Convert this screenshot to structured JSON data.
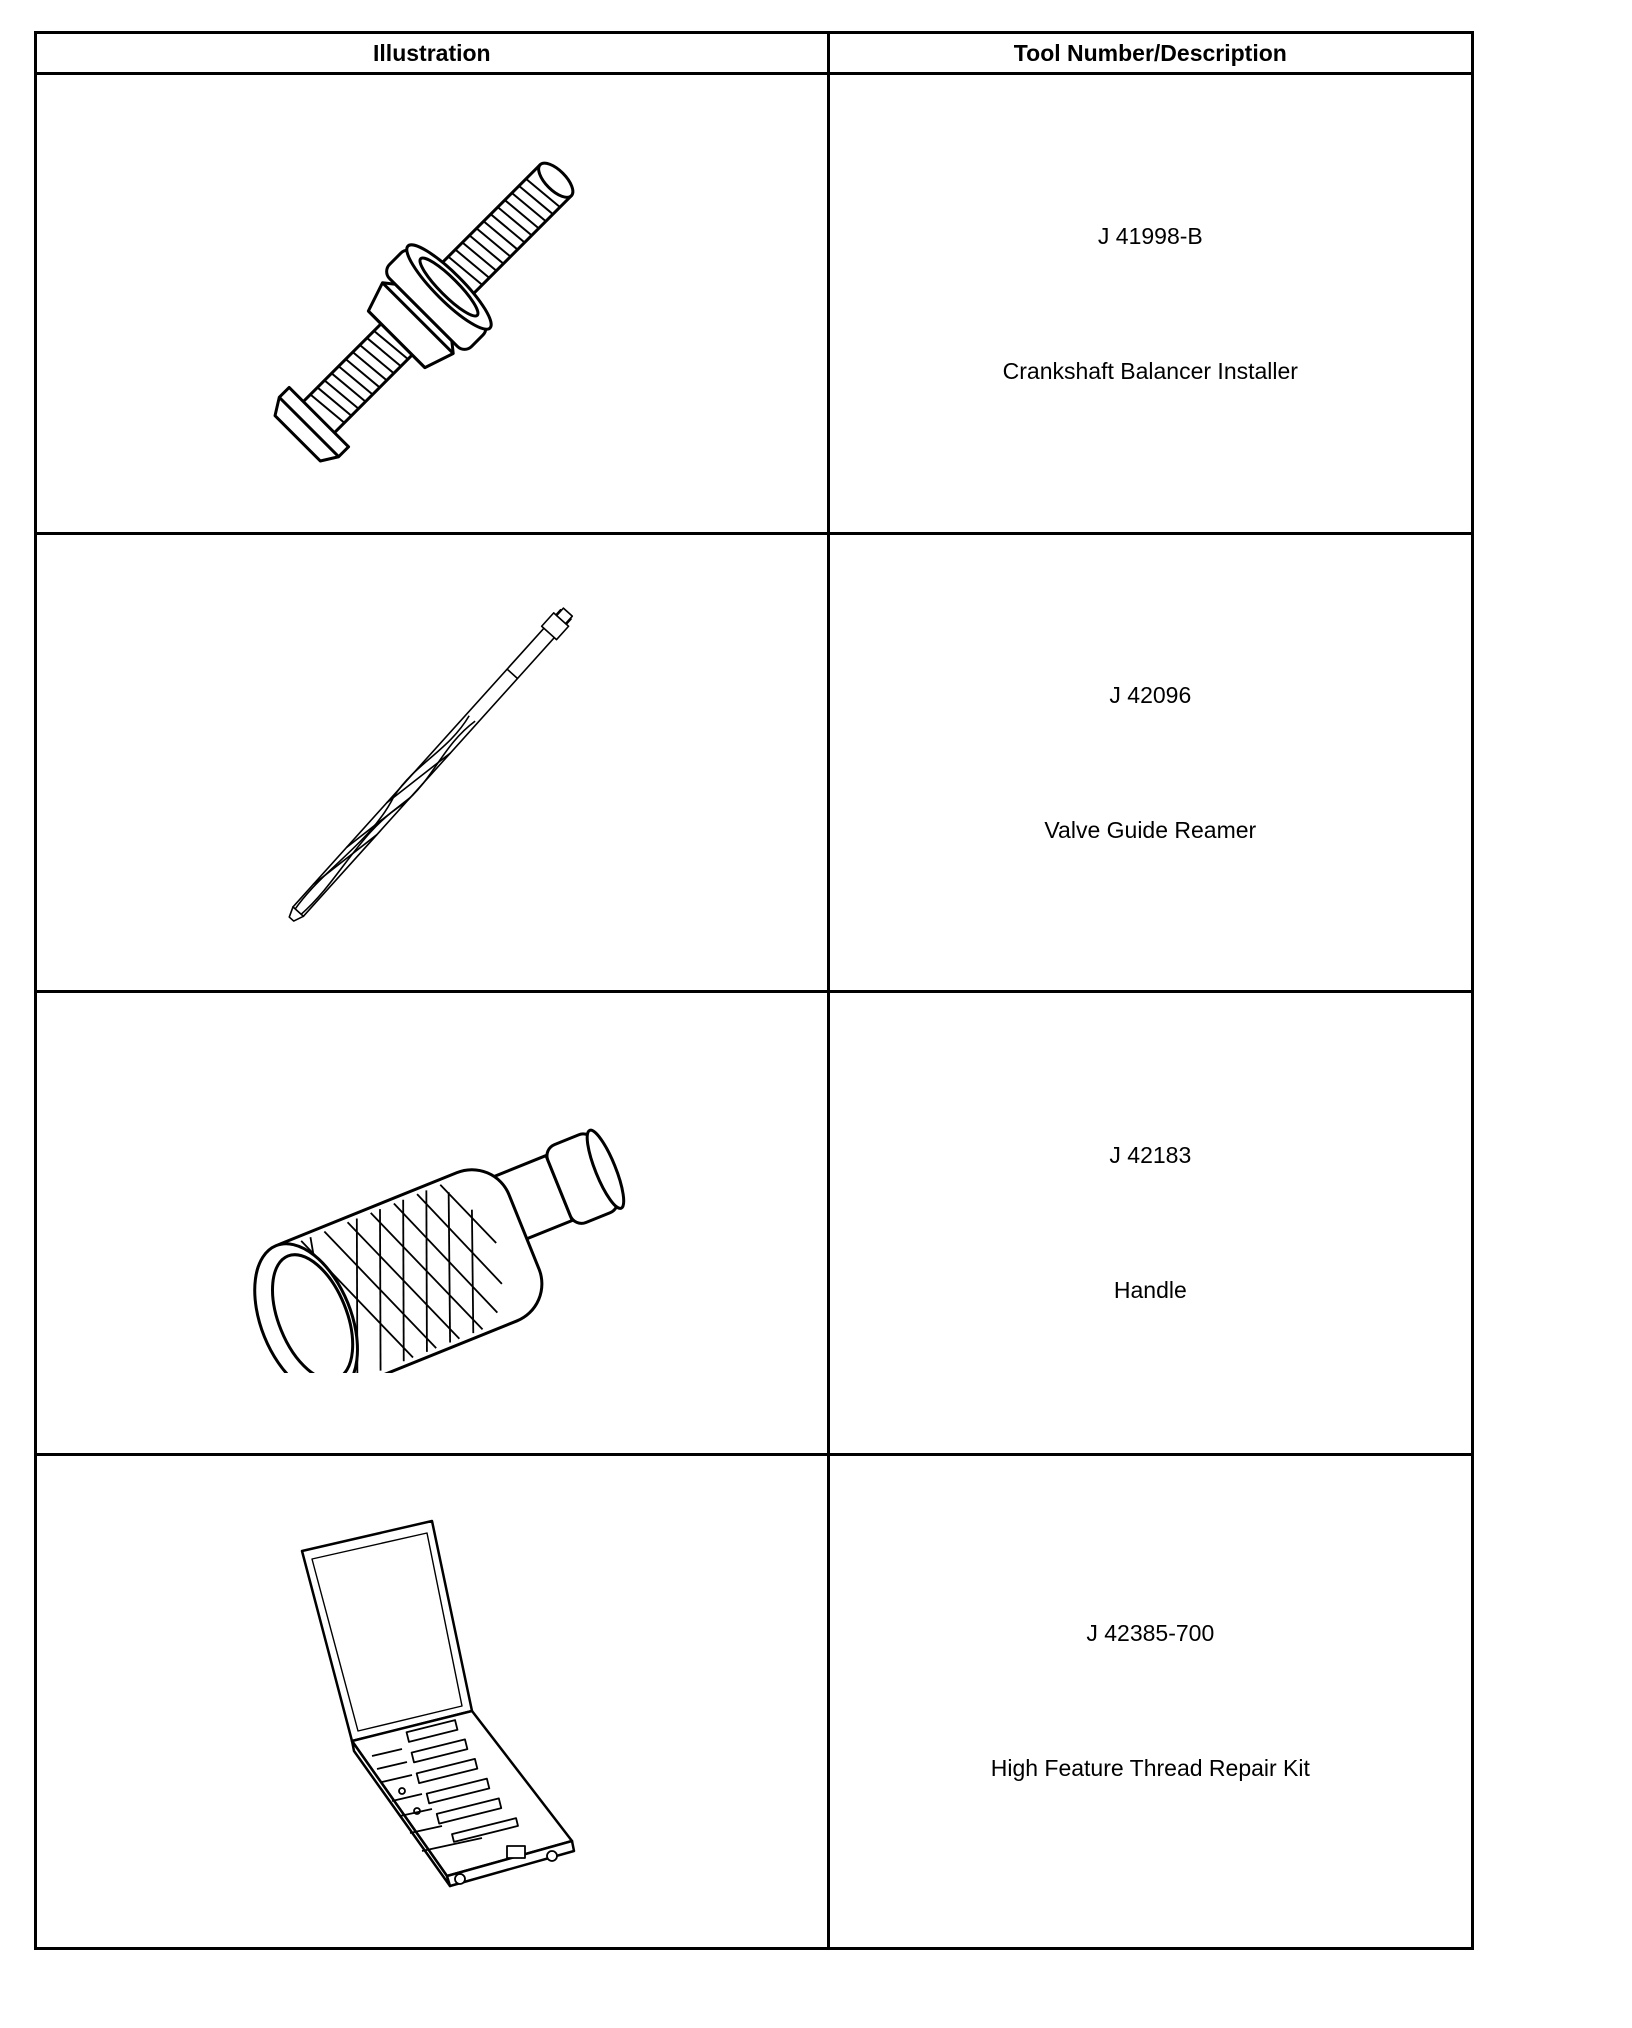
{
  "table": {
    "headers": {
      "illustration": "Illustration",
      "tool": "Tool Number/Description"
    },
    "rows": [
      {
        "tool_number": "J 41998-B",
        "description": "Crankshaft Balancer Installer",
        "icon": "crankshaft-balancer-installer-icon"
      },
      {
        "tool_number": "J 42096",
        "description": "Valve Guide Reamer",
        "icon": "valve-guide-reamer-icon"
      },
      {
        "tool_number": "J 42183",
        "description": "Handle",
        "icon": "handle-icon"
      },
      {
        "tool_number": "J 42385-700",
        "description": "High Feature Thread Repair Kit",
        "icon": "thread-repair-kit-icon"
      }
    ]
  }
}
